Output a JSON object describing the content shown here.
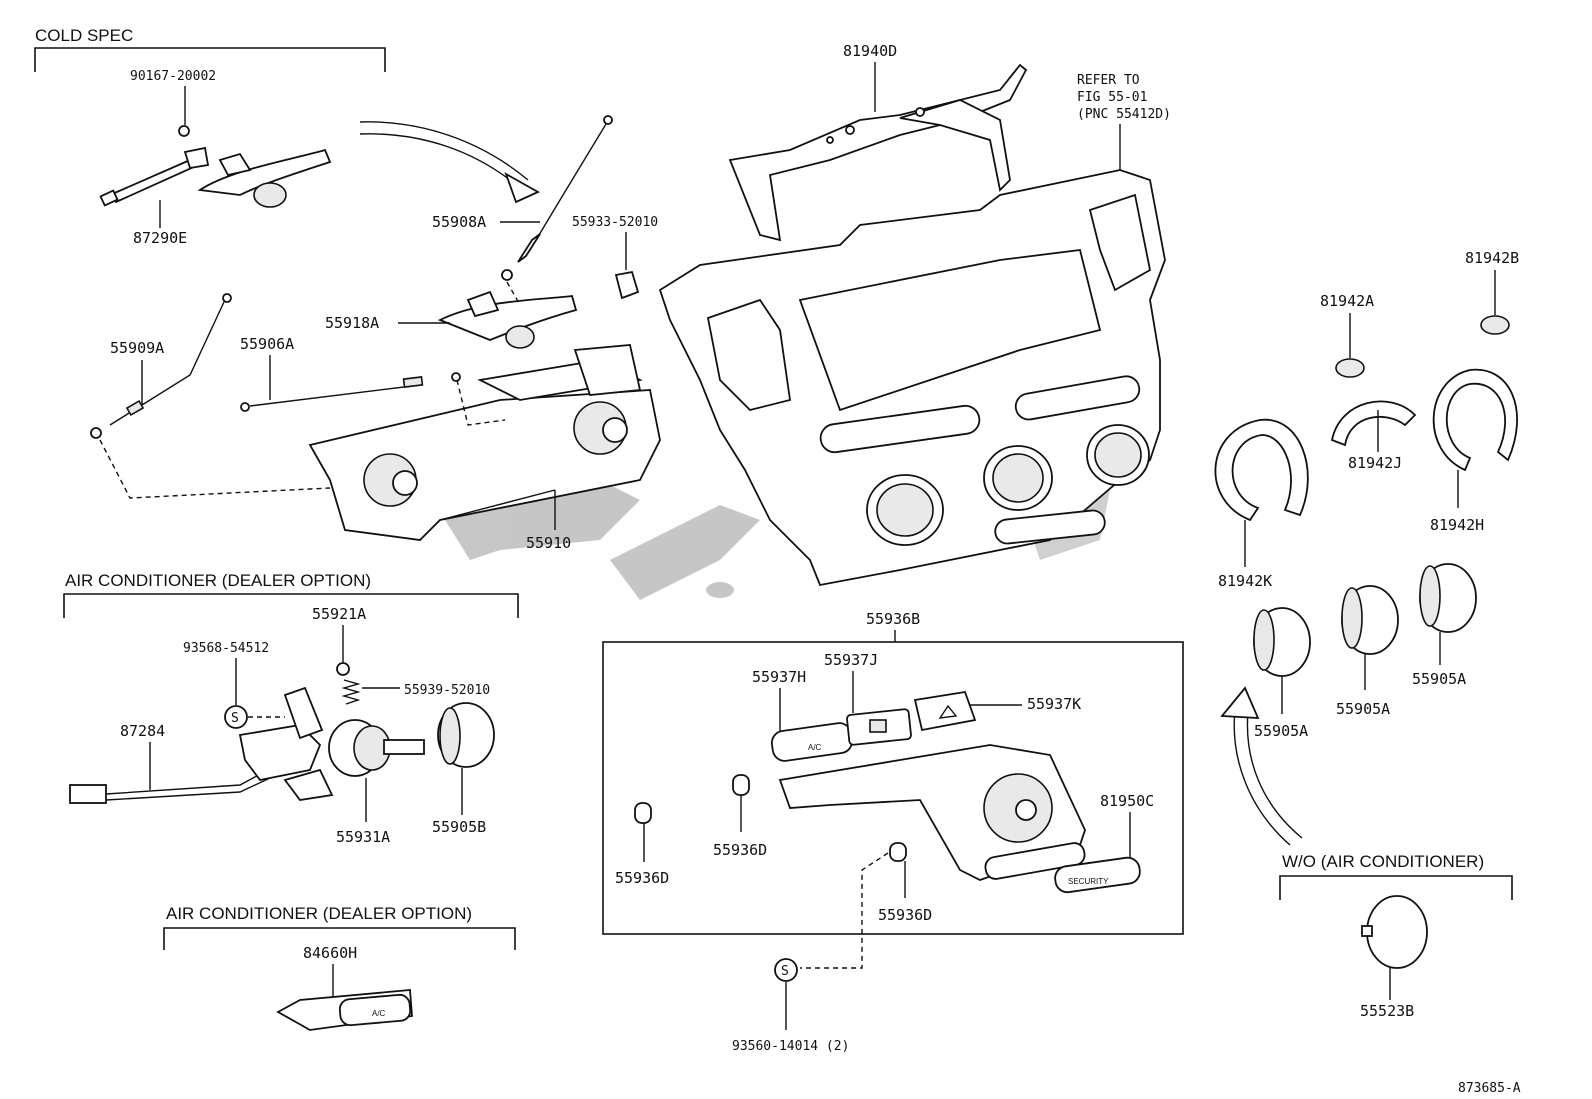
{
  "sections": {
    "cold_spec": "COLD SPEC",
    "ac_dealer_1": "AIR CONDITIONER (DEALER OPTION)",
    "ac_dealer_2": "AIR CONDITIONER (DEALER OPTION)",
    "wo_ac": "W/O (AIR CONDITIONER)"
  },
  "refer": {
    "line1": "REFER TO",
    "line2": "FIG 55-01",
    "line3": "(PNC 55412D)"
  },
  "parts": {
    "p90167": "90167-20002",
    "p87290E": "87290E",
    "p55908A": "55908A",
    "p55933": "55933-52010",
    "p55918A": "55918A",
    "p55909A": "55909A",
    "p55906A": "55906A",
    "p55910": "55910",
    "p81940D": "81940D",
    "p81942B": "81942B",
    "p81942A": "81942A",
    "p81942J": "81942J",
    "p81942H": "81942H",
    "p81942K": "81942K",
    "p55921A": "55921A",
    "p93568": "93568-54512",
    "p55939": "55939-52010",
    "p87284": "87284",
    "p55931A": "55931A",
    "p55905B": "55905B",
    "p84660H": "84660H",
    "p55936B": "55936B",
    "p55937J": "55937J",
    "p55937H": "55937H",
    "p55937K": "55937K",
    "p81950C": "81950C",
    "p55936D_1": "55936D",
    "p55936D_2": "55936D",
    "p55936D_3": "55936D",
    "p93560": "93560-14014 (2)",
    "p55905A_1": "55905A",
    "p55905A_2": "55905A",
    "p55905A_3": "55905A",
    "p55523B": "55523B"
  },
  "symbols": {
    "s_mark": "S"
  },
  "panel_text": {
    "ac": "A/C",
    "security": "SECURITY"
  },
  "figure_id": "873685-A"
}
